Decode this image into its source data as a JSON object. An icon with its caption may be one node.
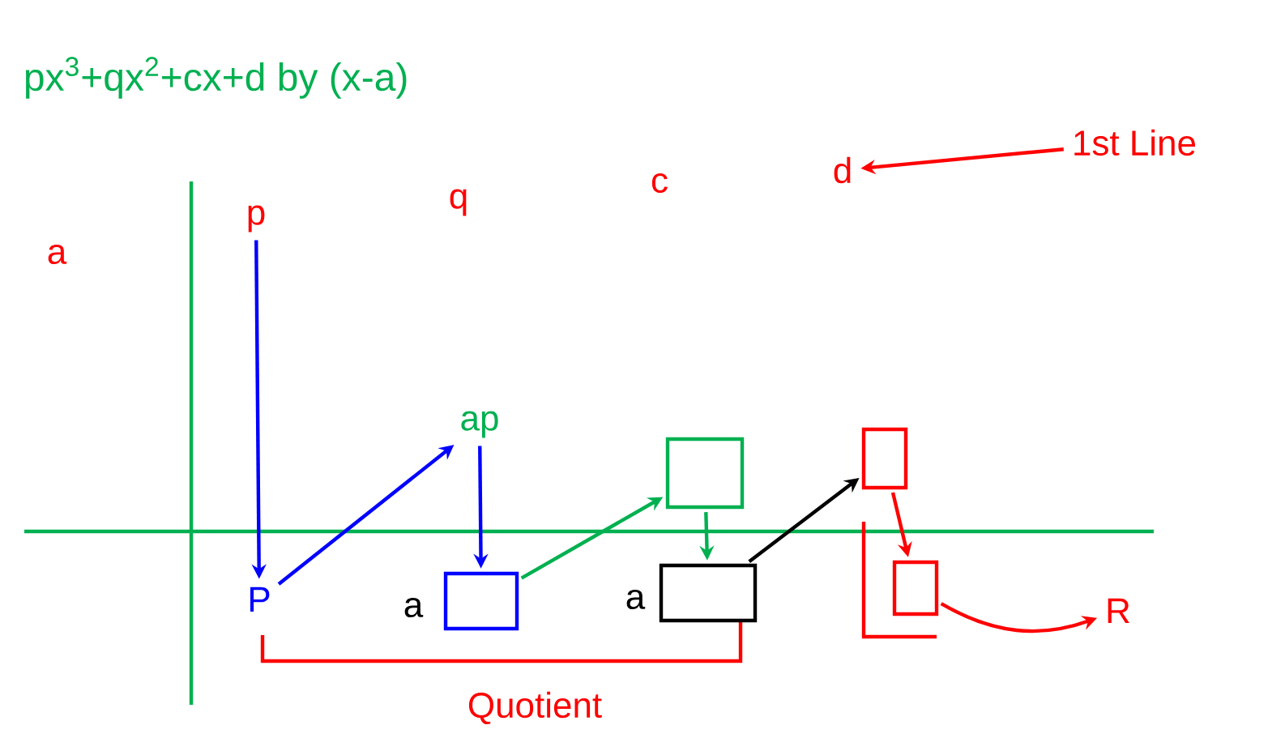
{
  "diagram": {
    "title": "px$^{3}$+qx$^{2}$+cx+d by (x-a)",
    "nodes": [
      {
        "text": [
          "p"
        ]
      },
      {
        "text": [
          "q"
        ]
      },
      {
        "text": [
          "c"
        ]
      },
      {
        "text": [
          "d"
        ]
      },
      {
        "text": [
          "1st Line"
        ]
      },
      {
        "text": [
          "ap"
        ]
      },
      {
        "text": [
          "P"
        ]
      },
      {
        "text": [],
        "shape": "box",
        "beside": [
          "a"
        ]
      },
      {
        "text": [],
        "shape": "box"
      },
      {
        "text": [],
        "shape": "box",
        "beside": [
          "a"
        ]
      },
      {
        "text": [],
        "shape": "box"
      },
      {
        "text": [],
        "shape": "box"
      },
      {
        "text": [
          "R"
        ]
      }
    ],
    "edges": [
      {
        "from": 0,
        "to": 6,
        "arrow": "to",
        "color": "#0000ff"
      },
      {
        "from": 6,
        "to": 5,
        "arrow": "to",
        "color": "#0000ff"
      },
      {
        "from": 5,
        "to": 7,
        "arrow": "to",
        "color": "#0000ff"
      },
      {
        "from": 7,
        "to": 8,
        "arrow": "to",
        "color": "#00b050"
      },
      {
        "from": 8,
        "to": 9,
        "arrow": "to",
        "color": "#00b050"
      },
      {
        "from": 9,
        "to": 10,
        "arrow": "to",
        "color": "#000000"
      },
      {
        "from": 10,
        "to": 11,
        "arrow": "to",
        "color": "#ff0000"
      },
      {
        "from": 11,
        "to": 12,
        "arrow": "to",
        "color": "#ff0000"
      },
      {
        "from": 4,
        "to": 3,
        "arrow": "to",
        "color": "#ff0000"
      }
    ],
    "labels": [
      "a",
      "Quotient"
    ]
  }
}
